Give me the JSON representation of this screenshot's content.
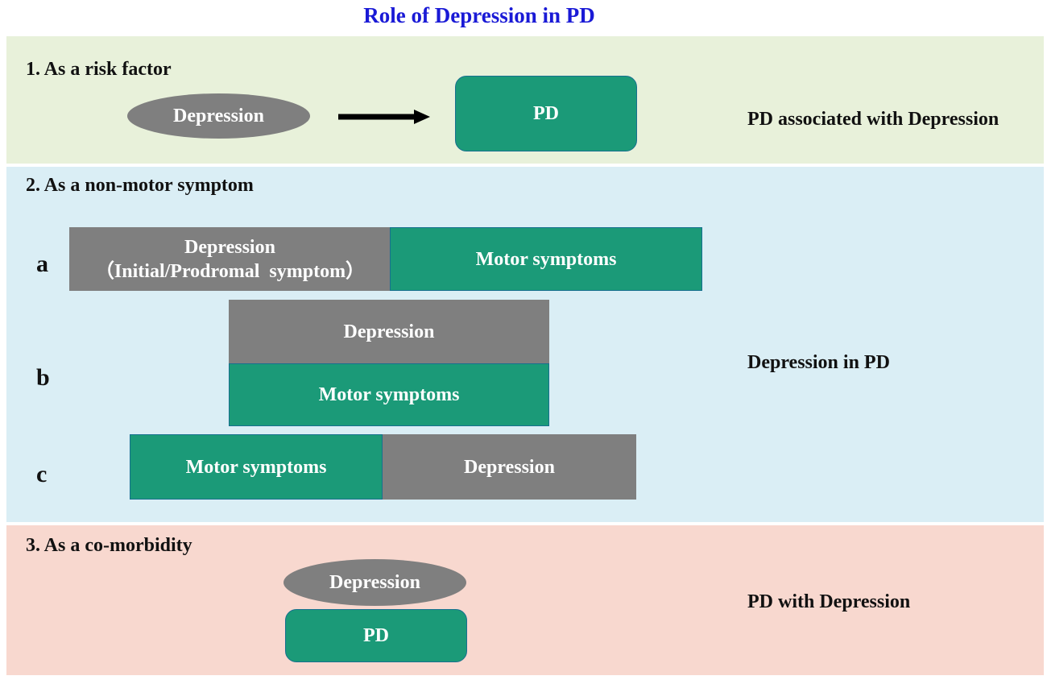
{
  "title": "Role of Depression in PD",
  "colors": {
    "title": "#1a1ad6",
    "panel_risk": "#e8f1da",
    "panel_nonmotor": "#daeef5",
    "panel_comorbidity": "#f8d8cf",
    "gray_shape": "#7f7f7f",
    "green_shape": "#1b9a78",
    "green_border": "#17708f"
  },
  "risk_factor": {
    "heading": "1. As a risk factor",
    "ellipse_label": "Depression",
    "box_label": "PD",
    "side_label": "PD associated with Depression"
  },
  "non_motor": {
    "heading": "2. As a non-motor symptom",
    "side_label": "Depression in PD",
    "a": {
      "letter": "a",
      "depression_line1": "Depression",
      "depression_line2": "（Initial/Prodromal  symptom）",
      "motor": "Motor symptoms"
    },
    "b": {
      "letter": "b",
      "depression": "Depression",
      "motor": "Motor symptoms"
    },
    "c": {
      "letter": "c",
      "motor": "Motor symptoms",
      "depression": "Depression"
    }
  },
  "comorbidity": {
    "heading": "3. As a co-morbidity",
    "ellipse_label": "Depression",
    "box_label": "PD",
    "side_label": "PD with Depression"
  }
}
